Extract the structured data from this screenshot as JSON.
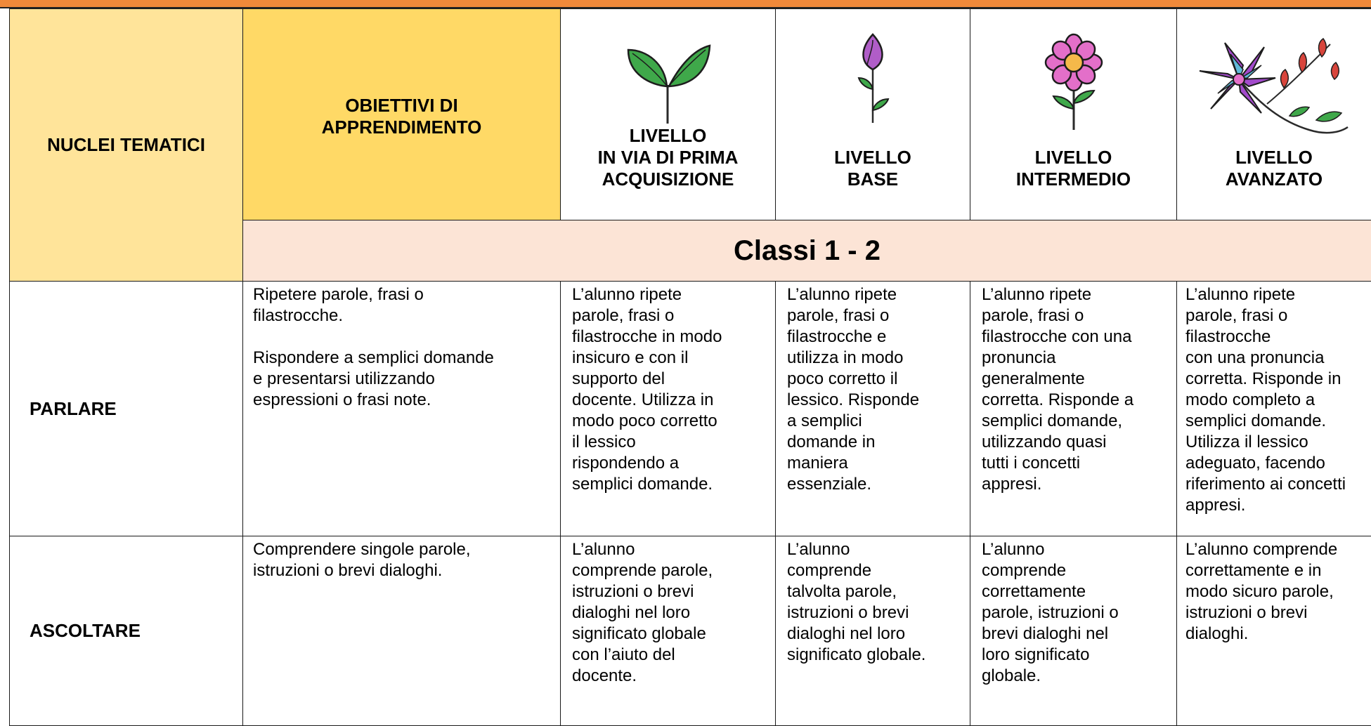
{
  "header": {
    "nuclei": "NUCLEI TEMATICI",
    "obiettivi_line1": "OBIETTIVI DI",
    "obiettivi_line2": "APPRENDIMENTO",
    "levels": [
      {
        "line1": "LIVELLO",
        "line2": "IN VIA DI PRIMA",
        "line3": "ACQUISIZIONE",
        "icon": "sprout-icon"
      },
      {
        "line1": "LIVELLO",
        "line2": "BASE",
        "icon": "bud-icon"
      },
      {
        "line1": "LIVELLO",
        "line2": "INTERMEDIO",
        "icon": "flower-icon"
      },
      {
        "line1": "LIVELLO",
        "line2": "AVANZATO",
        "icon": "bloom-icon"
      }
    ],
    "classi": "Classi 1 - 2"
  },
  "rows": [
    {
      "nucleo": "PARLARE",
      "objectives": [
        "Ripetere parole, frasi o",
        "filastrocche.",
        "",
        "Rispondere a semplici domande",
        "e presentarsi utilizzando",
        "espressioni o frasi note."
      ],
      "levels": [
        [
          "L’alunno ripete",
          "parole, frasi o",
          "filastrocche in modo",
          "insicuro e con il",
          "supporto del",
          "docente. Utilizza in",
          "modo poco corretto",
          "il lessico",
          "rispondendo a",
          "semplici domande."
        ],
        [
          "L’alunno ripete",
          "parole, frasi o",
          "filastrocche e",
          "utilizza in modo",
          "poco corretto il",
          "lessico. Risponde",
          "a semplici",
          "domande in",
          "maniera",
          "essenziale."
        ],
        [
          "L’alunno ripete",
          "parole, frasi o",
          "filastrocche con una",
          "pronuncia",
          "generalmente",
          "corretta. Risponde a",
          "semplici domande,",
          "utilizzando quasi",
          "tutti i concetti",
          "appresi."
        ],
        [
          "L’alunno ripete",
          "parole, frasi o",
          "filastrocche",
          "con una pronuncia",
          "corretta. Risponde in",
          "modo completo a",
          "semplici domande.",
          "Utilizza il lessico",
          "adeguato, facendo",
          "riferimento ai concetti",
          "appresi."
        ]
      ]
    },
    {
      "nucleo": "ASCOLTARE",
      "objectives": [
        "Comprendere singole parole,",
        "istruzioni o brevi dialoghi."
      ],
      "levels": [
        [
          "L’alunno",
          "comprende parole,",
          "istruzioni o brevi",
          "dialoghi nel loro",
          "significato globale",
          "con l’aiuto del",
          "docente."
        ],
        [
          "L’alunno",
          "comprende",
          "talvolta parole,",
          "istruzioni o brevi",
          "dialoghi nel loro",
          "significato globale."
        ],
        [
          "L’alunno",
          "comprende",
          "correttamente",
          "parole, istruzioni o",
          "brevi dialoghi nel",
          "loro significato",
          "globale."
        ],
        [
          "L’alunno comprende",
          "correttamente e in",
          "modo sicuro parole,",
          "istruzioni o brevi",
          "dialoghi."
        ]
      ]
    }
  ],
  "colors": {
    "topbar": "#F0893A",
    "nuclei_bg": "#FFE49A",
    "obiettivi_bg": "#FFD966",
    "classi_bg": "#FCE4D6"
  }
}
